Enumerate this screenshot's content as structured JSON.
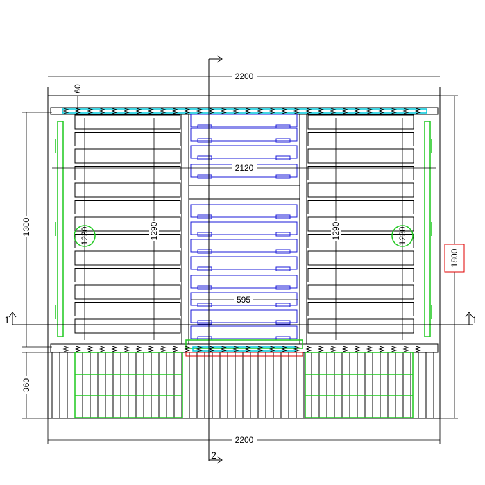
{
  "drawing": {
    "dimensions": {
      "top_width": "2200",
      "bottom_width": "2200",
      "inner_width": "2120",
      "total_depth": "1800",
      "upper_depth": "1300",
      "lower_depth": "360",
      "top_gap": "60",
      "left_board_length": "1290",
      "right_board_length": "1290",
      "left_circle": "1230",
      "right_circle": "1230",
      "center_width": "595"
    },
    "section_marks": {
      "left": "1",
      "right": "1",
      "bottom": "2"
    },
    "colors": {
      "lines": "#000000",
      "blue_elements": "#1a1ad9",
      "green_elements": "#1ec81e",
      "cyan_elements": "#00c8dc",
      "red_highlight": "#e00000"
    }
  }
}
